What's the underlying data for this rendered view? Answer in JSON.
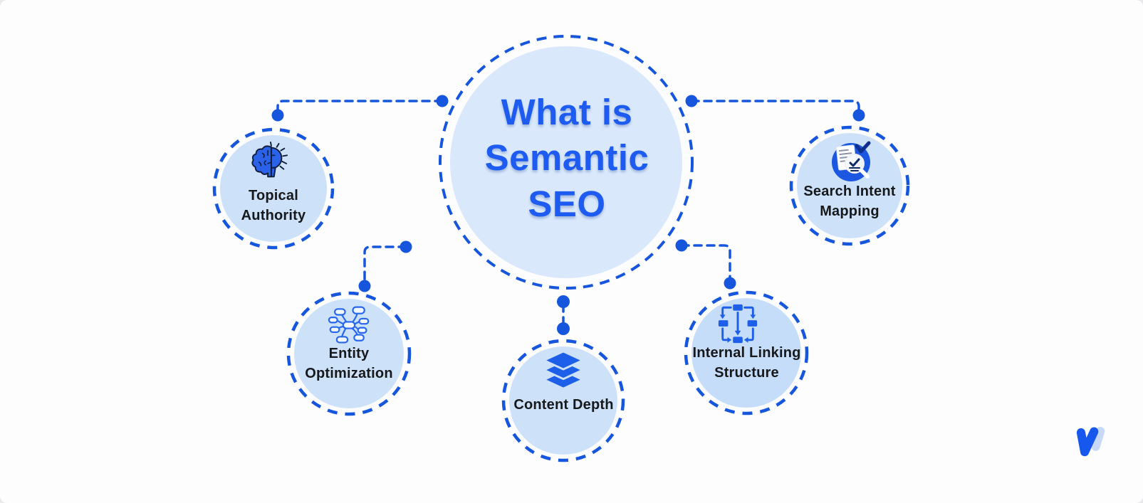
{
  "central": {
    "title": "What is Semantic SEO",
    "fill_color": "#d9e8fb",
    "border_color": "#1556dd",
    "title_color": "#1e5bf0"
  },
  "nodes": [
    {
      "label": "Topical Authority",
      "icon": "brain-lightbulb-icon"
    },
    {
      "label": "Entity Optimization",
      "icon": "entity-network-icon"
    },
    {
      "label": "Content Depth",
      "icon": "layers-stack-icon"
    },
    {
      "label": "Internal Linking Structure",
      "icon": "linked-boxes-flow-icon"
    },
    {
      "label": "Search Intent Mapping",
      "icon": "document-magnifier-icon"
    }
  ],
  "colors": {
    "accent_blue": "#1556dd",
    "node_fill": "#cde2f9",
    "icon_blue": "#1d5fe8",
    "label_color": "#17181b",
    "logo_blue": "#1657ee",
    "logo_light_blue": "#c7d9f7",
    "background": "#fdfdfe"
  },
  "branding": {
    "logo": "writesonic-w-mark"
  }
}
